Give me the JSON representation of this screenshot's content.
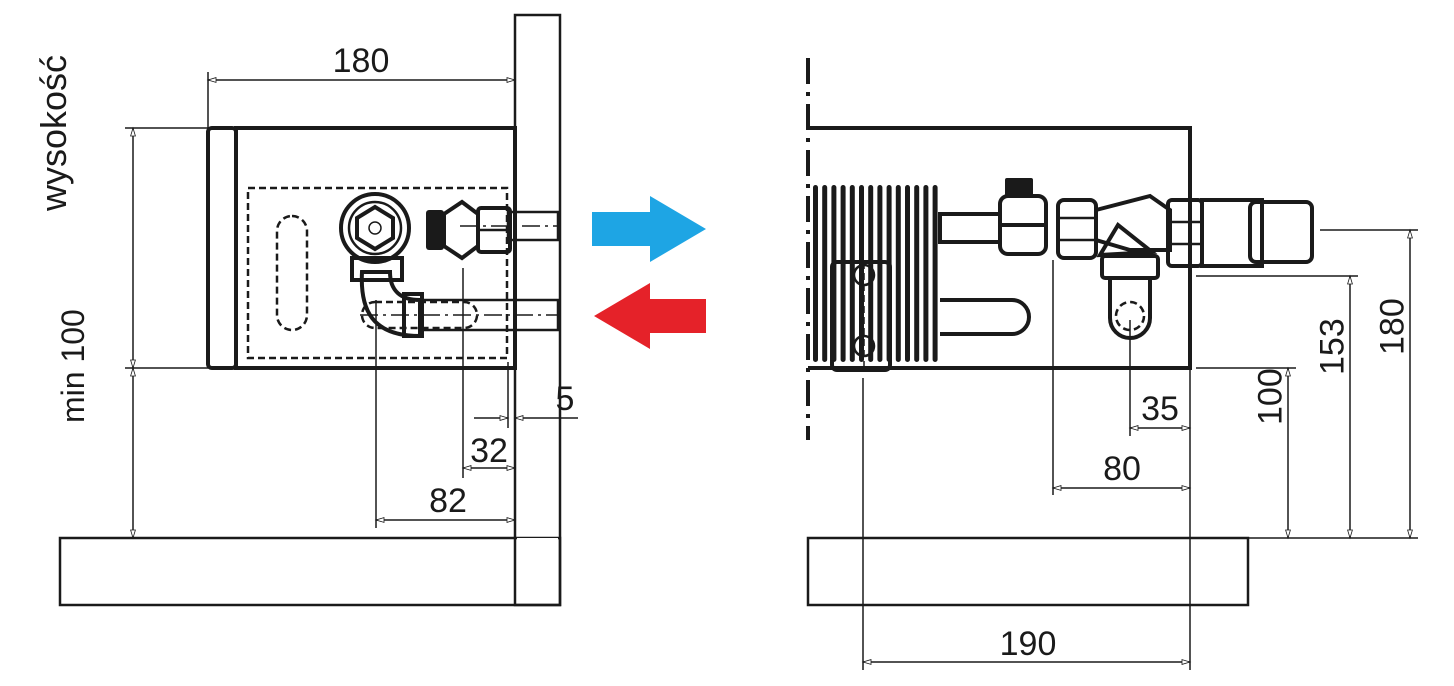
{
  "left_view": {
    "dim_width": "180",
    "dim_height_label": "wysokość",
    "dim_floor_clearance": "min 100",
    "dim_wall_gap": "5",
    "dim_pipe_upper": "32",
    "dim_pipe_lower": "82"
  },
  "flow_arrows": {
    "supply_color": "#1ea5e4",
    "return_color": "#e52229"
  },
  "right_view": {
    "dim_width": "190",
    "dim_pipe_35": "35",
    "dim_pipe_80": "80",
    "dim_height_100": "100",
    "dim_height_153": "153",
    "dim_height_180": "180"
  }
}
